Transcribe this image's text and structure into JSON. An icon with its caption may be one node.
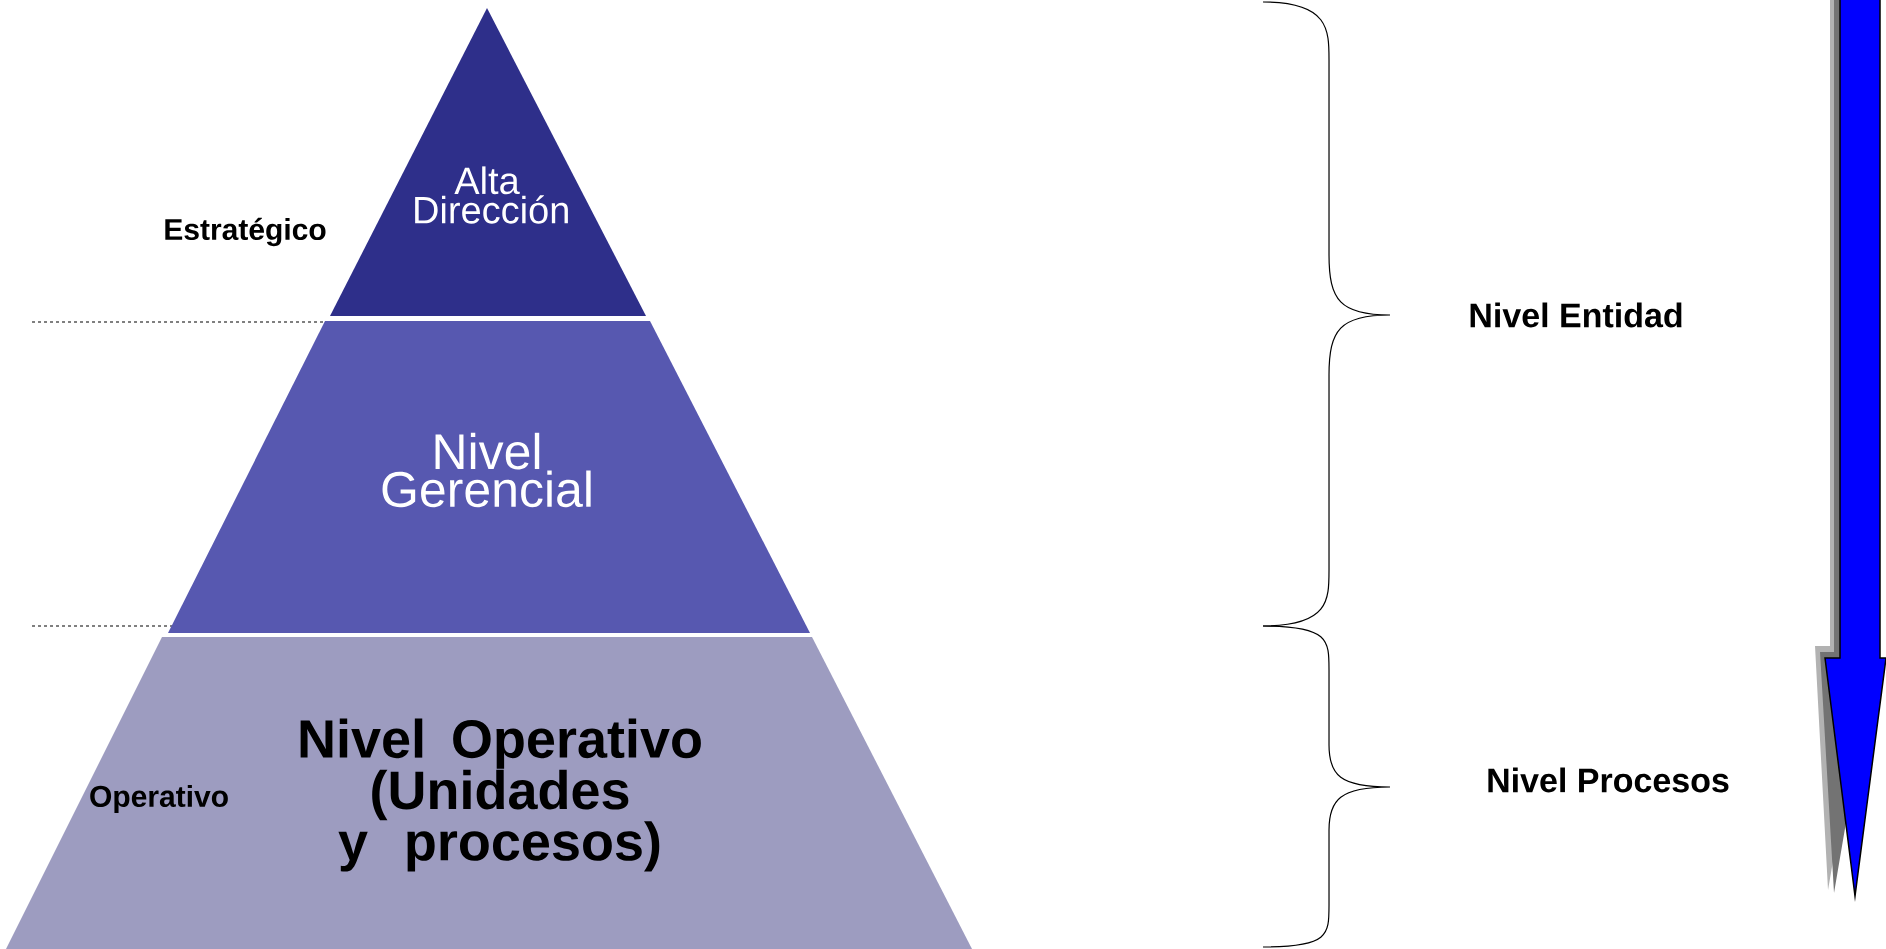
{
  "diagram": {
    "nodes": [
      {
        "text": [
          "Alta Dirección"
        ]
      },
      {
        "text": [
          "Nivel Gerencial"
        ]
      },
      {
        "text": [
          "Nivel Operativo (Unidades y procesos)"
        ]
      }
    ],
    "labels": [
      "Estratégico",
      "Operativo",
      "Nivel Entidad",
      "Nivel Procesos"
    ]
  }
}
